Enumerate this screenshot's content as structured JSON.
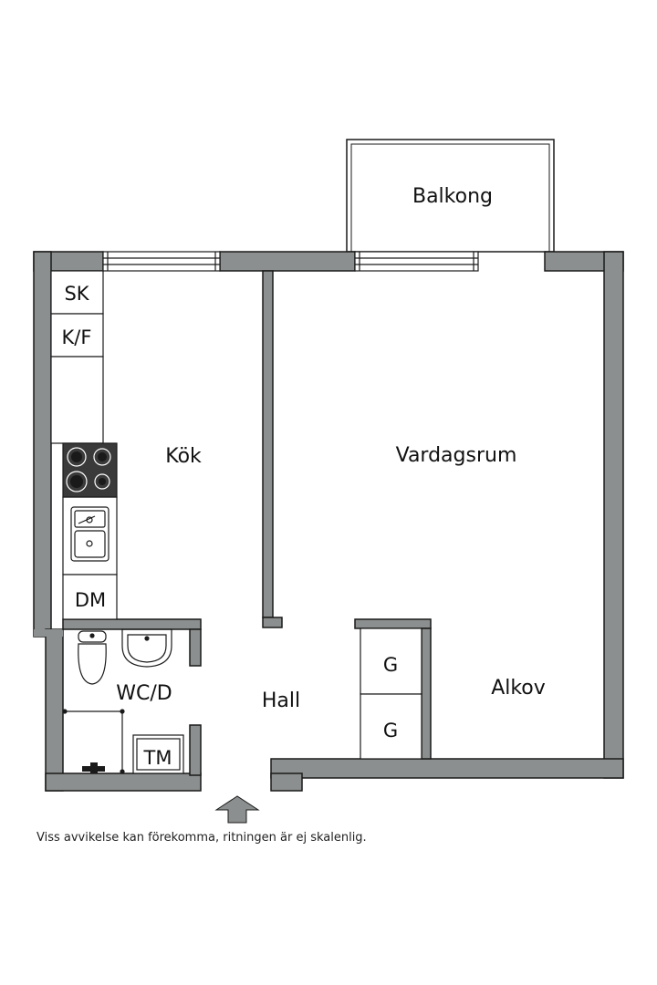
{
  "rooms": {
    "balcony": "Balkong",
    "kitchen": "Kök",
    "living_room": "Vardagsrum",
    "hall": "Hall",
    "bathroom": "WC/D",
    "alcove": "Alkov"
  },
  "fixtures": {
    "broom_closet": "SK",
    "fridge_freezer": "K/F",
    "dishwasher": "DM",
    "washing_machine": "TM",
    "wardrobe_1": "G",
    "wardrobe_2": "G"
  },
  "disclaimer": "Viss avvikelse kan förekomma, ritningen är ej skalenlig.",
  "colors": {
    "wall": "#8c8f8f",
    "line": "#1a1a1a",
    "background": "#ffffff"
  }
}
